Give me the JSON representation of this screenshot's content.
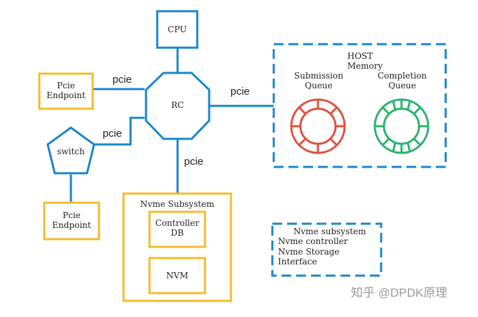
{
  "nodes": {
    "cpu": "CPU",
    "rc": "RC",
    "switch": "switch",
    "endpoint_top": [
      "Pcie",
      "Endpoint"
    ],
    "endpoint_bottom": [
      "Pcie",
      "Endpoint"
    ],
    "host_memory": [
      "HOST",
      "Memory"
    ],
    "submission_queue": [
      "Submission",
      "Queue"
    ],
    "completion_queue": [
      "Completion",
      "Queue"
    ],
    "nvme_subsystem": "Nvme Subsystem",
    "controller_db": [
      "Controller",
      "DB"
    ],
    "nvm": "NVM"
  },
  "links": {
    "rc_endpoint": "pcie",
    "rc_host": "pcie",
    "rc_switch": "pcie",
    "rc_nvme": "pcie"
  },
  "legend": [
    "Nvme subsystem",
    "Nvme controller",
    "Nvme Storage",
    "Interface"
  ],
  "watermark": "知乎 @DPDK原理",
  "colors": {
    "blue": "#1a86c8",
    "yellow": "#f2bd2a",
    "red": "#de5040",
    "green": "#2bb36e"
  }
}
